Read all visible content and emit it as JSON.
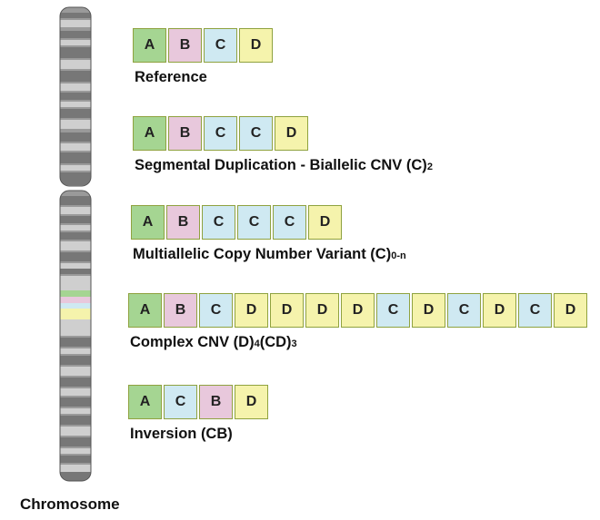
{
  "colors": {
    "A": "#a5d592",
    "B": "#e8c8dc",
    "C": "#cfe9f2",
    "D": "#f5f3ac",
    "chromosome_dark": "#777777",
    "chromosome_mid": "#9a9a9a",
    "chromosome_light": "#cfcfcf"
  },
  "chromosome_label": "Chromosome",
  "rows": [
    {
      "blocks": [
        "A",
        "B",
        "C",
        "D"
      ],
      "label": "Reference",
      "suffix": ""
    },
    {
      "blocks": [
        "A",
        "B",
        "C",
        "C",
        "D"
      ],
      "label": "Segmental Duplication - Biallelic CNV (C)",
      "suffix": "2"
    },
    {
      "blocks": [
        "A",
        "B",
        "C",
        "C",
        "C",
        "D"
      ],
      "label": "Multiallelic Copy Number Variant (C)",
      "suffix": "0-n"
    },
    {
      "blocks": [
        "A",
        "B",
        "C",
        "D",
        "D",
        "D",
        "D",
        "C",
        "D",
        "C",
        "D",
        "C",
        "D"
      ],
      "label": "Complex CNV (D)",
      "suffix": "4",
      "label2": "(CD)",
      "suffix2": "3"
    },
    {
      "blocks": [
        "A",
        "C",
        "B",
        "D"
      ],
      "label": "Inversion (CB)",
      "suffix": ""
    }
  ]
}
